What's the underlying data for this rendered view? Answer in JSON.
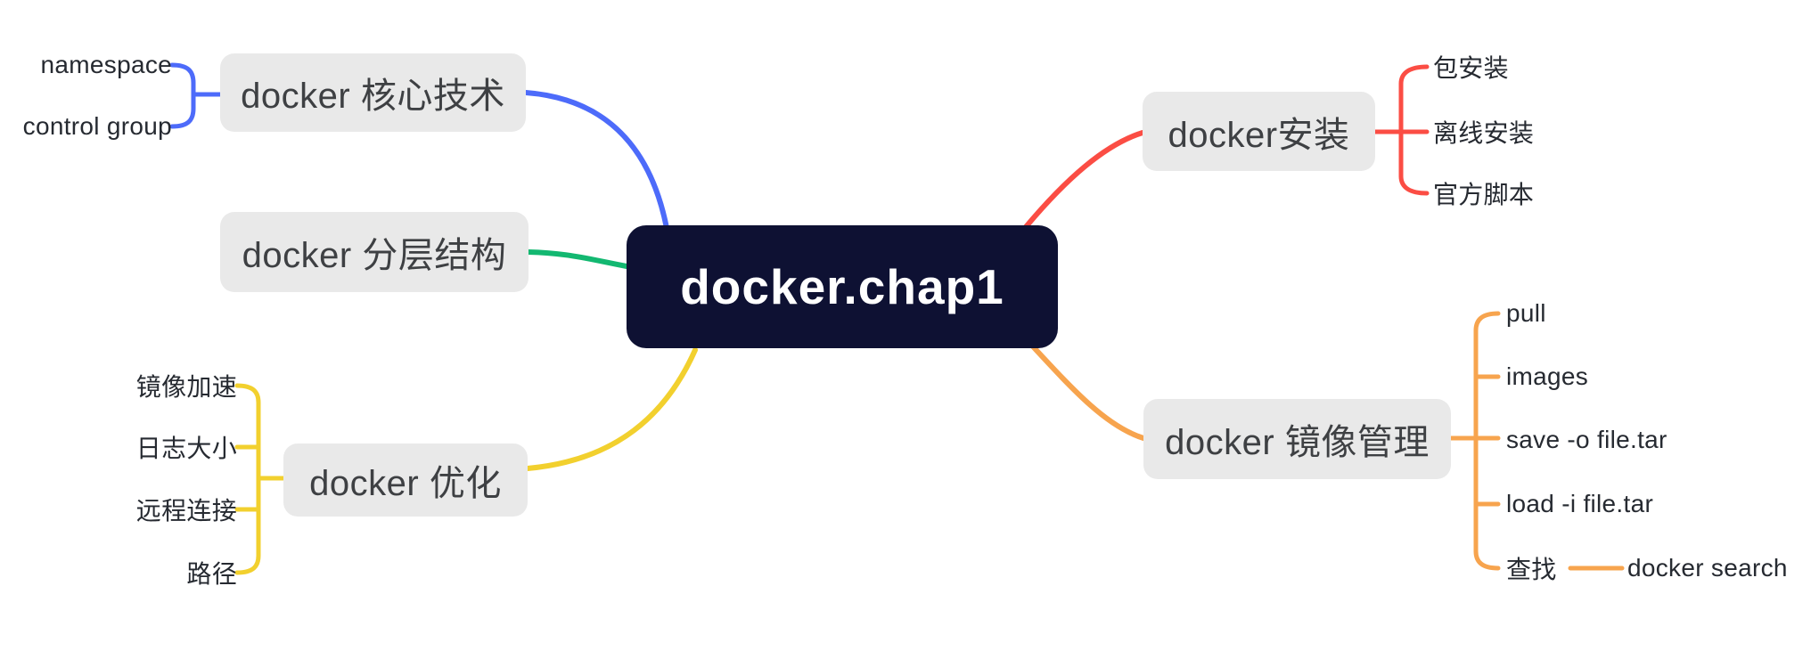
{
  "central": {
    "label": "docker.chap1"
  },
  "colors": {
    "blue": "#4d6bfa",
    "green": "#13b871",
    "yellow": "#f2d02e",
    "red": "#fb4d44",
    "orange": "#f7a44e",
    "node_bg": "#e9e9e9",
    "node_text": "#3e4043",
    "central_bg": "#0e1133",
    "central_text": "#ffffff",
    "child_text": "#262a31"
  },
  "branches": [
    {
      "label": "docker 核心技术",
      "color": "#4d6bfa",
      "children": [
        {
          "label": "namespace"
        },
        {
          "label": "control group"
        }
      ]
    },
    {
      "label": "docker 分层结构",
      "color": "#13b871",
      "children": []
    },
    {
      "label": "docker 优化",
      "color": "#f2d02e",
      "children": [
        {
          "label": "镜像加速"
        },
        {
          "label": "日志大小"
        },
        {
          "label": "远程连接"
        },
        {
          "label": "路径"
        }
      ]
    },
    {
      "label": "docker安装",
      "color": "#fb4d44",
      "children": [
        {
          "label": "包安装"
        },
        {
          "label": "离线安装"
        },
        {
          "label": "官方脚本"
        }
      ]
    },
    {
      "label": "docker 镜像管理",
      "color": "#f7a44e",
      "children": [
        {
          "label": "pull"
        },
        {
          "label": "images"
        },
        {
          "label": "save -o file.tar"
        },
        {
          "label": "load -i file.tar"
        },
        {
          "label": "查找",
          "sub": "docker search"
        }
      ]
    }
  ]
}
